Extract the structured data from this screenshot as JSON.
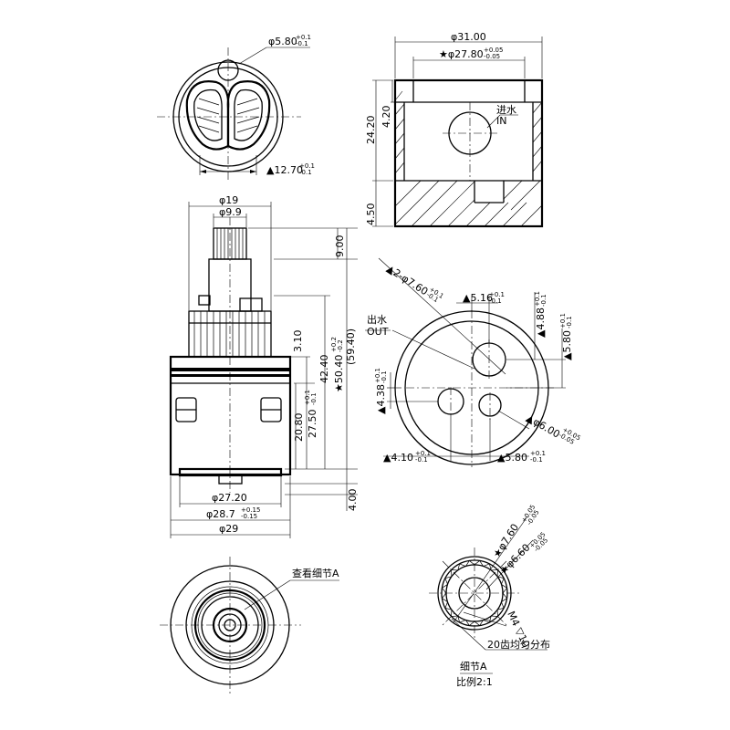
{
  "dimensions": {
    "top_hole": "φ5.80",
    "top_hole_tol_up": "+0.1",
    "top_hole_tol_dn": "-0.1",
    "top_width": "▲12.70",
    "top_width_tol_up": "+0.1",
    "top_width_tol_dn": "-0.1",
    "sec_dia": "φ31.00",
    "sec_inner": "★φ27.80",
    "sec_inner_tol_up": "+0.05",
    "sec_inner_tol_dn": "-0.05",
    "sec_h1": "24.20",
    "sec_h2": "4.20",
    "sec_h3": "4.50",
    "inlet_cn": "进水",
    "inlet_en": "IN",
    "stem_dia": "φ19",
    "spline_dia": "φ9.9",
    "stem_len": "9.00",
    "d_3_10": "3.10",
    "d_20_80": "20.80",
    "d_27_50": "27.50",
    "d_27_50_tol_up": "+0.1",
    "d_27_50_tol_dn": "-0.1",
    "d_42_40": "42.40",
    "d_50_40": "★50.40",
    "d_50_40_tol_up": "+0.2",
    "d_50_40_tol_dn": "-0.2",
    "d_59_40": "(59.40)",
    "base_dia1": "φ27.20",
    "base_dia2": "φ28.7",
    "base_dia2_tol_up": "+0.15",
    "base_dia2_tol_dn": "-0.15",
    "base_dia3": "φ29",
    "base_h": "4.00",
    "bot_holes": "▲2-φ7.60",
    "bot_holes_tol_up": "+0.1",
    "bot_holes_tol_dn": "-0.1",
    "bot_5_16": "▲5.16",
    "bot_4_88": "▲4.88",
    "bot_5_80v": "▲5.80",
    "bot_4_38": "▲4.38",
    "bot_6_00": "▲φ6.00",
    "bot_6_00_tol_up": "+0.05",
    "bot_6_00_tol_dn": "-0.05",
    "bot_4_10": "▲4.10",
    "bot_5_80h": "▲5.80",
    "tol_p01": "+0.1",
    "tol_m01": "-0.1",
    "outlet_cn": "出水",
    "outlet_en": "OUT",
    "see_detail": "查看细节A",
    "det_7_60": "★φ7.60",
    "det_7_60_tol_up": "+0.05",
    "det_7_60_tol_dn": "-0.05",
    "det_6_60": "★φ6.60",
    "det_6_60_tol_up": "+0.05",
    "det_6_60_tol_dn": "-0.05",
    "det_thread": "M4 ▽10",
    "det_teeth": "20齿均匀分布",
    "det_title": "细节A",
    "det_scale": "比例2:1"
  }
}
